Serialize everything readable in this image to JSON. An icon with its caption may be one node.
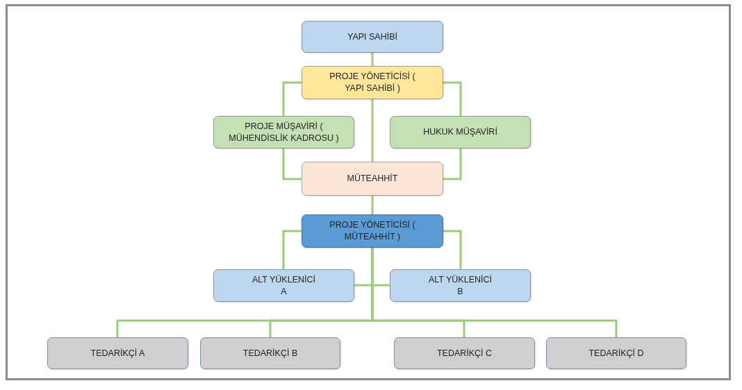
{
  "diagram": {
    "nodes": [
      {
        "text": [
          "YAPI SAHİBİ"
        ]
      },
      {
        "text": [
          "PROJE YÖNETİCİSİ ( YAPI SAHİBİ )"
        ]
      },
      {
        "text": [
          "PROJE MÜŞAVİRİ ( MÜHENDİSLİK KADROSU )"
        ]
      },
      {
        "text": [
          "HUKUK MÜŞAVİRİ"
        ]
      },
      {
        "text": [
          "MÜTEAHHİT"
        ]
      },
      {
        "text": [
          "PROJE YÖNETİCİSİ ( MÜTEAHHİT )"
        ]
      },
      {
        "text": [
          "ALT YÜKLENİCİ A"
        ]
      },
      {
        "text": [
          "ALT YÜKLENİCİ B"
        ]
      },
      {
        "text": [
          "TEDARİKÇİ A"
        ]
      },
      {
        "text": [
          "TEDARİKÇİ B"
        ]
      },
      {
        "text": [
          "TEDARİKÇİ C"
        ]
      },
      {
        "text": [
          "TEDARİKÇİ D"
        ]
      }
    ],
    "edges": [
      {
        "from": 0,
        "to": 1,
        "arrow": "none"
      },
      {
        "from": 1,
        "to": 2,
        "arrow": "none"
      },
      {
        "from": 1,
        "to": 3,
        "arrow": "none"
      },
      {
        "from": 1,
        "to": 4,
        "arrow": "none"
      },
      {
        "from": 2,
        "to": 4,
        "arrow": "none"
      },
      {
        "from": 3,
        "to": 4,
        "arrow": "none"
      },
      {
        "from": 4,
        "to": 5,
        "arrow": "none"
      },
      {
        "from": 5,
        "to": 6,
        "arrow": "none"
      },
      {
        "from": 5,
        "to": 7,
        "arrow": "none"
      },
      {
        "from": 6,
        "to": 7,
        "arrow": "none"
      },
      {
        "from": 5,
        "to": 8,
        "arrow": "none"
      },
      {
        "from": 5,
        "to": 9,
        "arrow": "none"
      },
      {
        "from": 5,
        "to": 10,
        "arrow": "none"
      },
      {
        "from": 5,
        "to": 11,
        "arrow": "none"
      }
    ]
  }
}
